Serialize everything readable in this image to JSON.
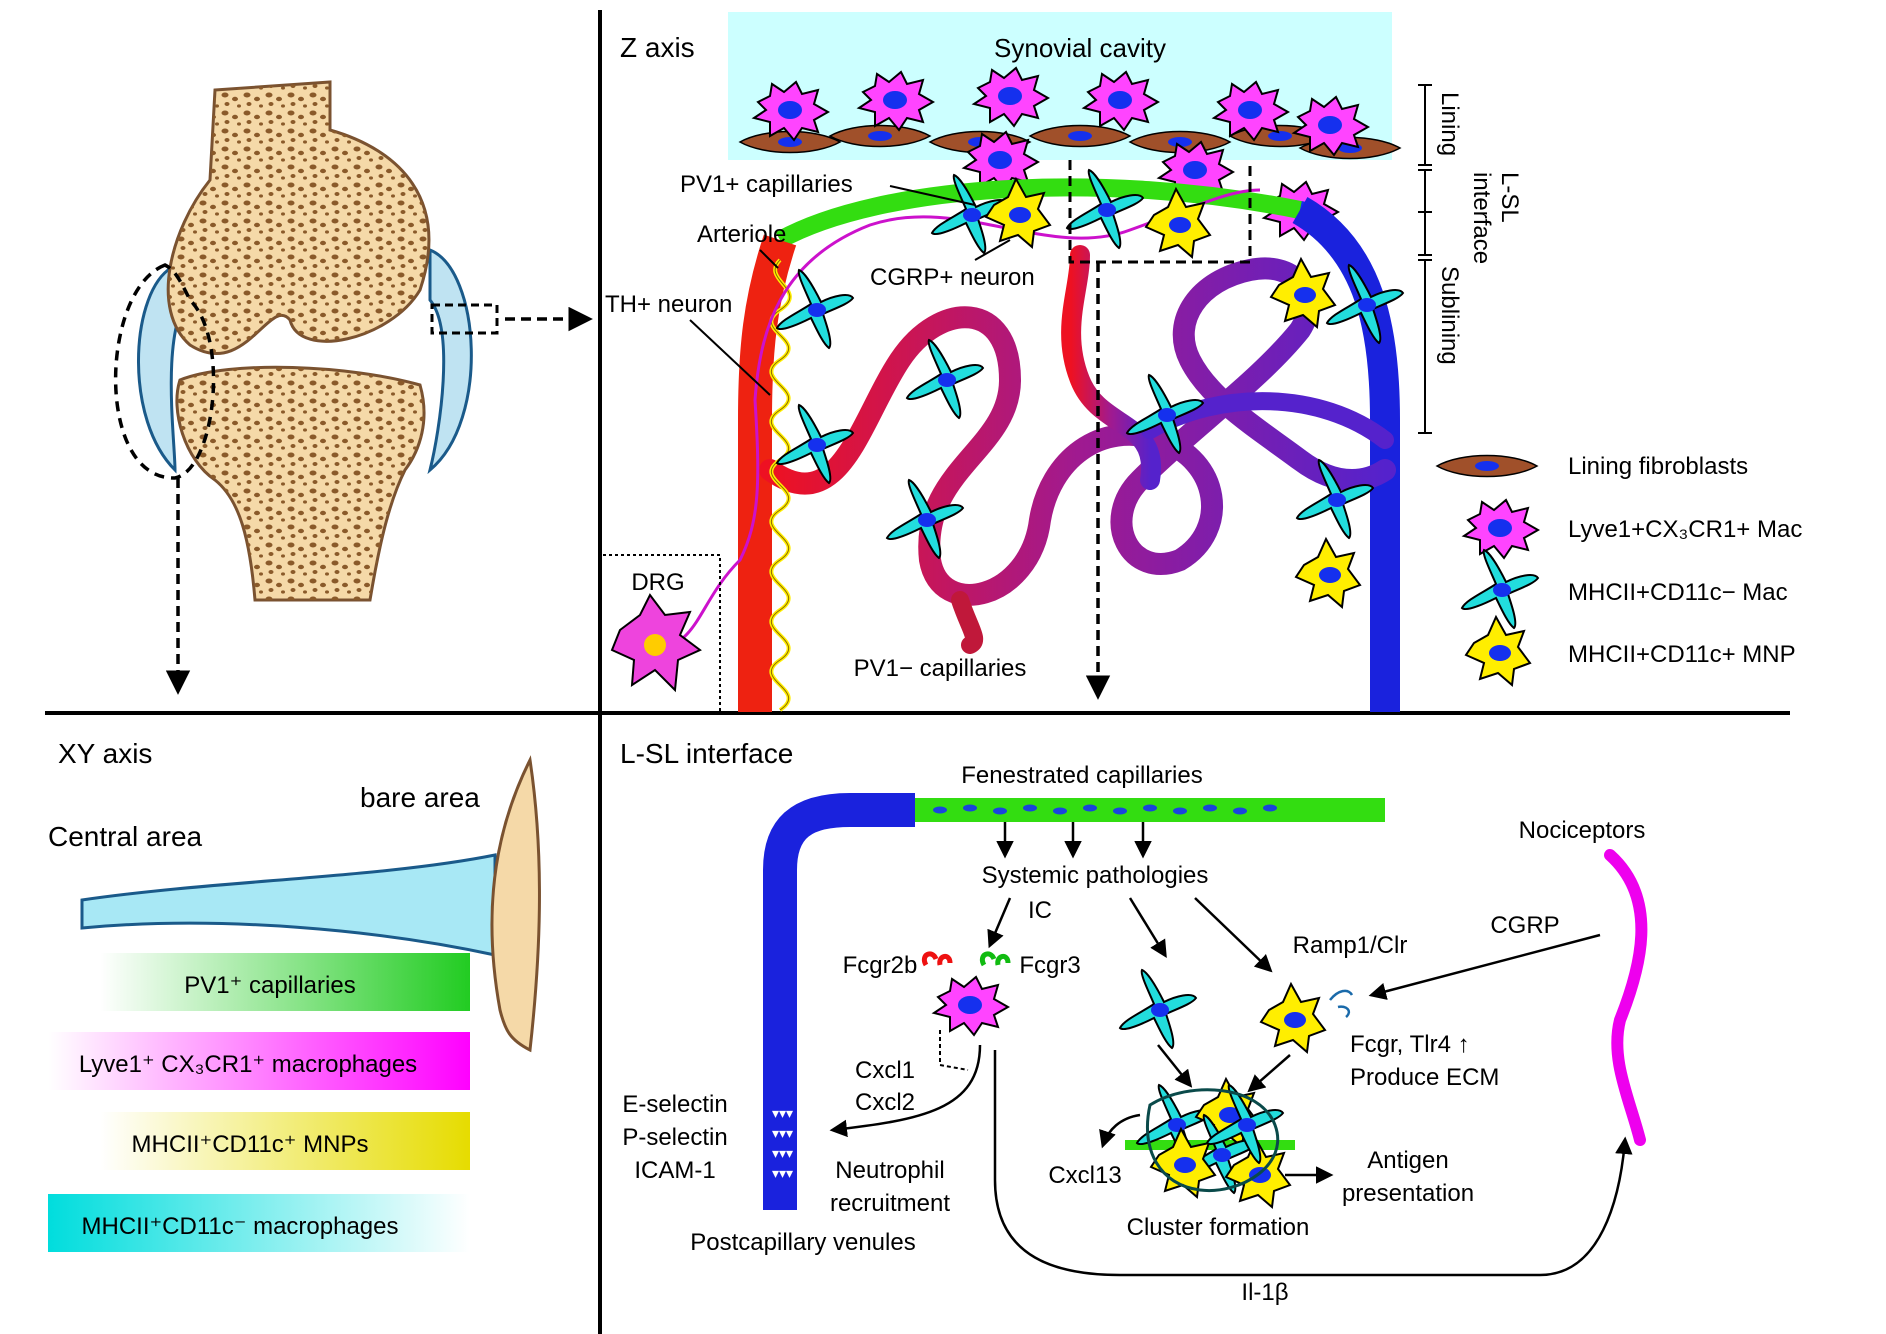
{
  "panel_z": {
    "heading": "Z axis",
    "synovial_cavity": "Synovial cavity",
    "pv1_pos_capillaries": "PV1+ capillaries",
    "arteriole": "Arteriole",
    "cgrp_neuron": "CGRP+ neuron",
    "th_neuron": "TH+ neuron",
    "drg": "DRG",
    "pv1_neg_capillaries": "PV1− capillaries",
    "layers": {
      "lining": "Lining",
      "lsl_line1": "L-SL",
      "lsl_line2": "interface",
      "sublining": "Sublining"
    },
    "legend": [
      {
        "label": "Lining fibroblasts",
        "icon": "fibroblast-icon"
      },
      {
        "label": "Lyve1+CX₃CR1+ Mac",
        "icon": "lyve1-macrophage-icon"
      },
      {
        "label": "MHCII+CD11c− Mac",
        "icon": "mhcii-macrophage-icon"
      },
      {
        "label": "MHCII+CD11c+ MNP",
        "icon": "mnp-icon"
      }
    ]
  },
  "panel_xy": {
    "heading": "XY axis",
    "bare_area": "bare area",
    "central_area": "Central area",
    "gradient_bars": [
      {
        "label": "PV1⁺ capillaries",
        "color": "#22cc22"
      },
      {
        "label": "Lyve1⁺ CX₃CR1⁺ macrophages",
        "color": "#ff00ff"
      },
      {
        "label": "MHCII⁺CD11c⁺ MNPs",
        "color": "#e6dc00"
      },
      {
        "label": "MHCII⁺CD11c⁻ macrophages",
        "color": "#00dddd"
      }
    ]
  },
  "panel_lsl": {
    "heading": "L-SL interface",
    "fenestrated_capillaries": "Fenestrated capillaries",
    "systemic_pathologies": "Systemic pathologies",
    "ic": "IC",
    "fcgr2b": "Fcgr2b",
    "fcgr3": "Fcgr3",
    "cxcl1": "Cxcl1",
    "cxcl2": "Cxcl2",
    "e_selectin": "E-selectin",
    "p_selectin": "P-selectin",
    "icam1": "ICAM-1",
    "neutrophil_line1": "Neutrophil",
    "neutrophil_line2": "recruitment",
    "postcapillary_venules": "Postcapillary venules",
    "ramp1": "Ramp1/Clr",
    "cgrp": "CGRP",
    "nociceptors": "Nociceptors",
    "fcgr_tlr4": "Fcgr, Tlr4 ↑",
    "produce_ecm": "Produce ECM",
    "cxcl13": "Cxcl13",
    "antigen_line1": "Antigen",
    "antigen_line2": "presentation",
    "cluster_formation": "Cluster formation",
    "il1b": "Il-1β"
  },
  "colors": {
    "cavity": "#ccffff",
    "lyve1_mac": "#ff44ff",
    "mhcii_mac": "#22dddd",
    "mnp": "#ffee00",
    "fibroblast": "#a0502a",
    "capillary_green": "#33dd11",
    "venule_blue": "#1a22dd",
    "arteriole_red": "#ee2211",
    "bone": "#f5d9a8",
    "cartilage": "#bfe3f2"
  }
}
